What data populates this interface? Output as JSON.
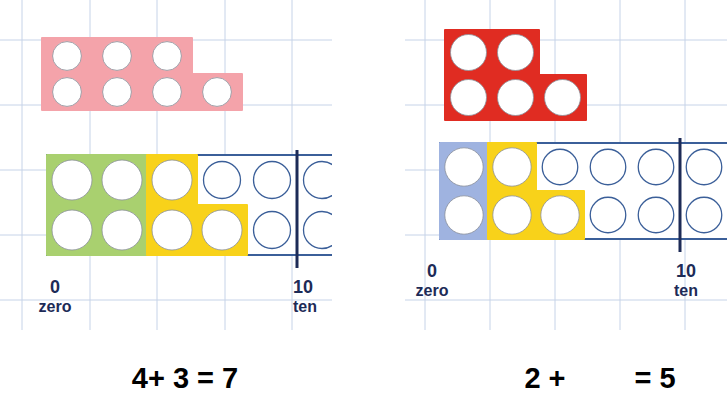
{
  "diagram": {
    "labels": [
      "0",
      "zero",
      "10",
      "ten",
      "0",
      "zero",
      "10",
      "ten",
      "4+ 3 = 7",
      "2 +",
      "= 5"
    ]
  }
}
